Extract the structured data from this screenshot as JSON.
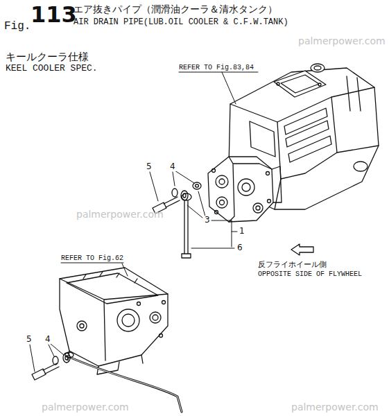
{
  "diagram": {
    "title": "エア抜きパイプ（潤滑油クーラ＆清水タンク）",
    "labels": [
      "Fig.",
      "113",
      "AIR DRAIN PIPE(LUB.OIL COOLER & C.F.W.TANK)",
      "キールクーラ仕様",
      "KEEL COOLER SPEC.",
      "REFER TO Fig.83,84",
      "5",
      "4",
      "3",
      "1",
      "6",
      "反フライホイール側",
      "OPPOSITE SIDE OF FLYWHEEL",
      "REFER TO Fig.62",
      "5",
      "4",
      "palmerpower.com",
      "palmerpower.com",
      "palmerpower.com",
      "palmerpower.com"
    ]
  }
}
